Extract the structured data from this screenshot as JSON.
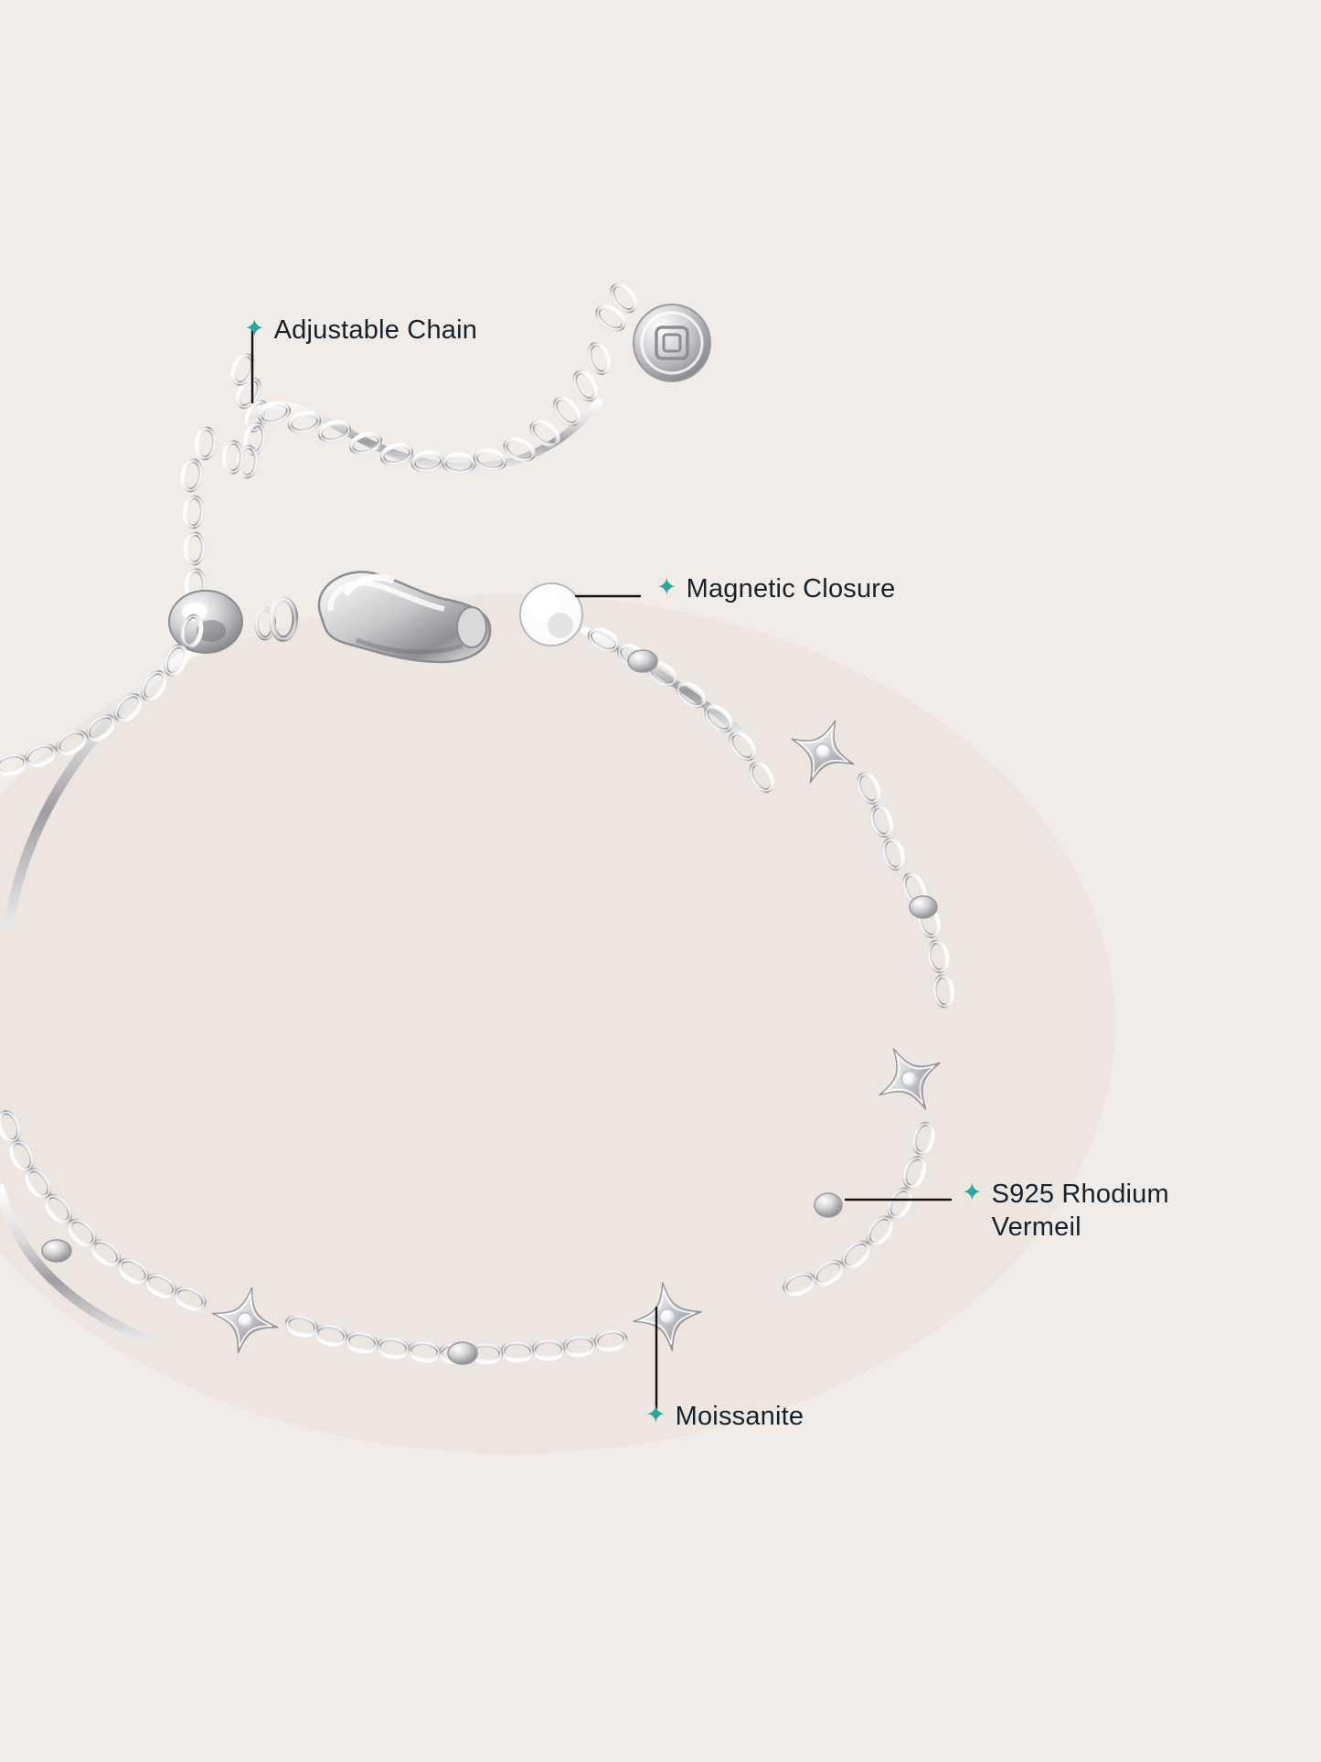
{
  "page": {
    "background_color": "#f2ece8",
    "accent_color": "#2aa79b",
    "text_color": "#15212b",
    "subject": "silver star-station chain bracelet with lobster clasp and adjustable slider"
  },
  "annotations": [
    {
      "id": "adjustable-chain",
      "label": "Adjustable Chain",
      "marker": "✦",
      "marker_name": "four-point-star-icon"
    },
    {
      "id": "magnetic-closure",
      "label": "Magnetic Closure",
      "marker": "✦",
      "marker_name": "four-point-star-icon"
    },
    {
      "id": "s925-rhodium-vermeil",
      "label": "S925 Rhodium\nVermeil",
      "marker": "✦",
      "marker_name": "four-point-star-icon"
    },
    {
      "id": "moissanite",
      "label": "Moissanite",
      "marker": "✦",
      "marker_name": "four-point-star-icon"
    }
  ]
}
